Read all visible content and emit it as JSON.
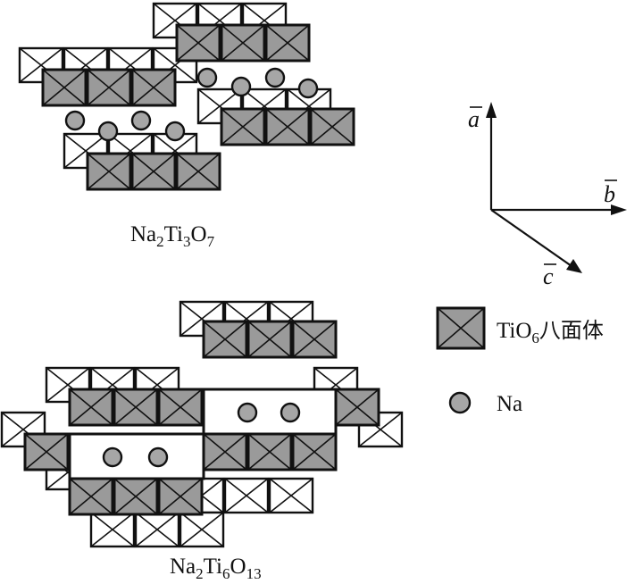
{
  "structures": [
    {
      "formula": {
        "prefix": "Na",
        "n1": "2",
        "mid": "Ti",
        "n2": "3",
        "end": "O",
        "n3": "7"
      }
    },
    {
      "formula": {
        "prefix": "Na",
        "n1": "2",
        "mid": "Ti",
        "n2": "6",
        "end": "O",
        "n3": "13"
      }
    }
  ],
  "axes": {
    "a": "a",
    "b": "b",
    "c": "c"
  },
  "legend": {
    "octahedron": {
      "main": "TiO",
      "sub": "6",
      "suffix": "八面体"
    },
    "na": "Na"
  },
  "colors": {
    "octahedron_fill": "#9a9a9a",
    "na_fill": "#a6a6a6",
    "line": "#111111"
  }
}
